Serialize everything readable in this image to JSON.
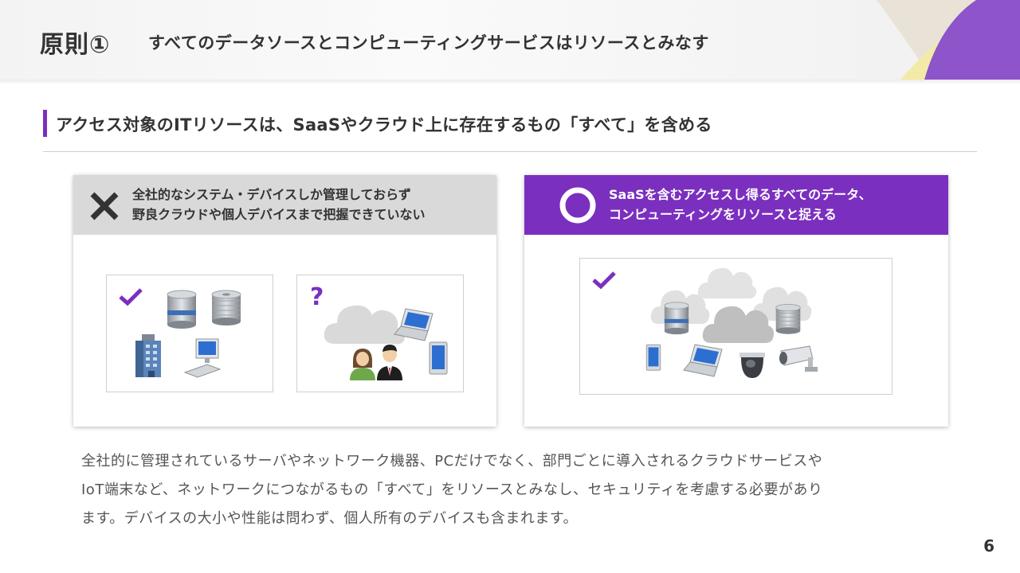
{
  "header": {
    "title": "原則①",
    "subtitle": "すべてのデータソースとコンピューティングサービスはリソースとみなす"
  },
  "subheading": "アクセス対象のITリソースは、SaaSやクラウド上に存在するもの「すべて」を含める",
  "panels": {
    "left": {
      "icon": "cross-icon",
      "line1": "全社的なシステム・デバイスしか管理しておらず",
      "line2": "野良クラウドや個人デバイスまで把握できていない",
      "box1_mark": "check-icon",
      "box2_mark": "?"
    },
    "right": {
      "icon": "circle-icon",
      "line1": "SaaSを含むアクセスし得るすべてのデータ、",
      "line2": "コンピューティングをリソースと捉える",
      "box_mark": "check-icon"
    }
  },
  "body": {
    "line1": "全社的に管理されているサーバやネットワーク機器、PCだけでなく、部門ごとに導入されるクラウドサービスや",
    "line2": "IoT端末など、ネットワークにつながるもの「すべて」をリソースとみなし、セキュリティを考慮する必要があり",
    "line3": "ます。デバイスの大小や性能は問わず、個人所有のデバイスも含まれます。"
  },
  "page_number": "6",
  "colors": {
    "accent": "#7b2fbe",
    "deco_yellow": "#f2eaa6",
    "deco_beige": "#e8e3d6",
    "panel_gray": "#d9d9d9"
  }
}
